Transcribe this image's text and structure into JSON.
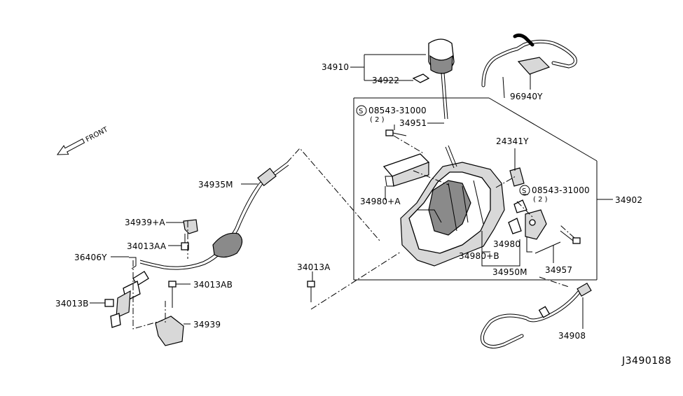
{
  "diagram": {
    "code": "J3490188",
    "front_label": "FRONT",
    "labels": {
      "p34910": "34910",
      "p34922": "34922",
      "p96940Y": "96940Y",
      "p08543_a": "08543-31000",
      "qty_a": "( 2 )",
      "p34951": "34951",
      "p24341Y": "24341Y",
      "p08543_b": "08543-31000",
      "qty_b": "( 2 )",
      "p34902": "34902",
      "p34935M": "34935M",
      "p34980A": "34980+A",
      "p34939A": "34939+A",
      "p34013AA": "34013AA",
      "p36406Y": "36406Y",
      "p34013A": "34013A",
      "p34013AB": "34013AB",
      "p34013B": "34013B",
      "p34939": "34939",
      "p34980": "34980",
      "p34980B": "34980+B",
      "p34950M": "34950M",
      "p34957": "34957",
      "p34908": "34908"
    },
    "screw_symbol": "S"
  }
}
